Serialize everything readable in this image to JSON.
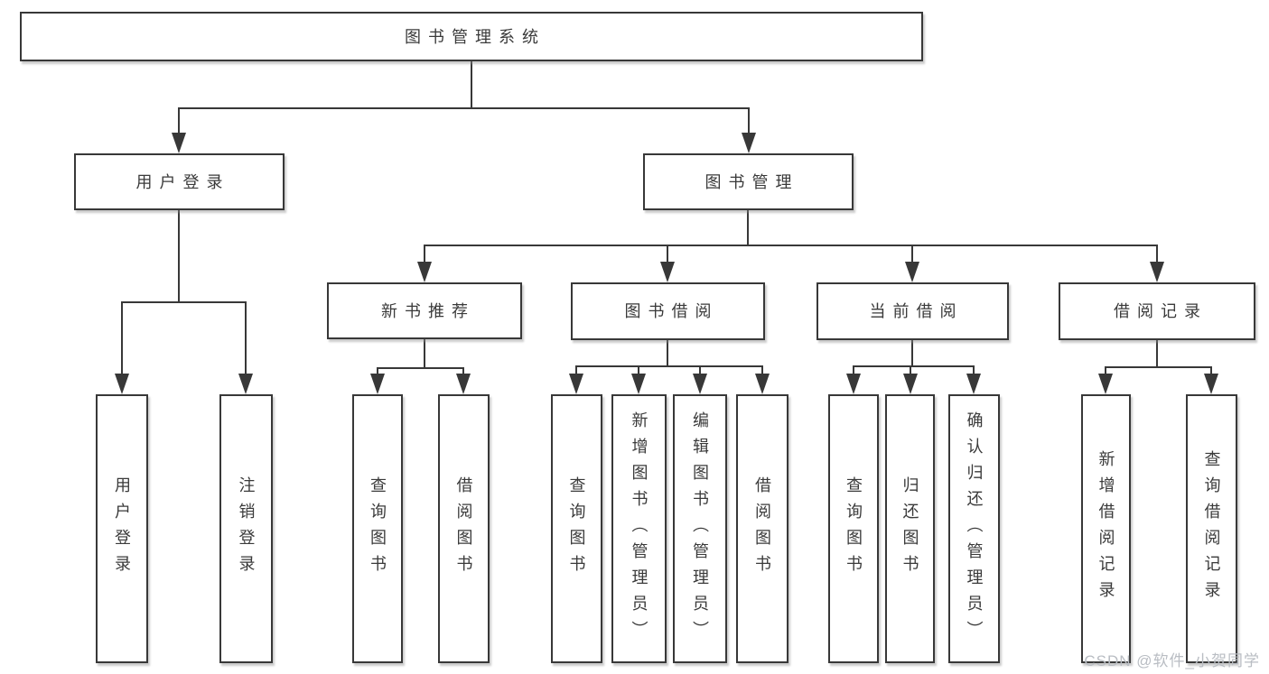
{
  "diagram": {
    "watermark": "CSDN @软件_小贺同学",
    "colors": {
      "background": "#ffffff",
      "line": "#383838",
      "box_border": "#383838",
      "text": "#3a3a3a",
      "watermark": "#b9bdc3"
    },
    "nodes": {
      "root": {
        "label": "图书管理系统"
      },
      "user_login": {
        "label": "用户登录"
      },
      "book_mgmt": {
        "label": "图书管理"
      },
      "new_book_rec": {
        "label": "新书推荐"
      },
      "book_borrow": {
        "label": "图书借阅"
      },
      "current_borrow": {
        "label": "当前借阅"
      },
      "borrow_records": {
        "label": "借阅记录"
      },
      "leaf_user_login": {
        "label": "用户登录"
      },
      "leaf_logout": {
        "label": "注销登录"
      },
      "leaf_rec_query": {
        "label": "查询图书"
      },
      "leaf_rec_borrow": {
        "label": "借阅图书"
      },
      "leaf_bb_query": {
        "label": "查询图书"
      },
      "leaf_bb_add": {
        "label": "新增图书（管理员）"
      },
      "leaf_bb_edit": {
        "label": "编辑图书（管理员）"
      },
      "leaf_bb_borrow": {
        "label": "借阅图书"
      },
      "leaf_cb_query": {
        "label": "查询图书"
      },
      "leaf_cb_return": {
        "label": "归还图书"
      },
      "leaf_cb_confirm": {
        "label": "确认归还（管理员）"
      },
      "leaf_br_add": {
        "label": "新增借阅记录"
      },
      "leaf_br_query": {
        "label": "查询借阅记录"
      }
    },
    "hierarchy": {
      "root": "图书管理系统",
      "children": [
        {
          "label": "用户登录",
          "children": [
            "用户登录",
            "注销登录"
          ]
        },
        {
          "label": "图书管理",
          "children": [
            {
              "label": "新书推荐",
              "children": [
                "查询图书",
                "借阅图书"
              ]
            },
            {
              "label": "图书借阅",
              "children": [
                "查询图书",
                "新增图书（管理员）",
                "编辑图书（管理员）",
                "借阅图书"
              ]
            },
            {
              "label": "当前借阅",
              "children": [
                "查询图书",
                "归还图书",
                "确认归还（管理员）"
              ]
            },
            {
              "label": "借阅记录",
              "children": [
                "新增借阅记录",
                "查询借阅记录"
              ]
            }
          ]
        }
      ]
    }
  }
}
